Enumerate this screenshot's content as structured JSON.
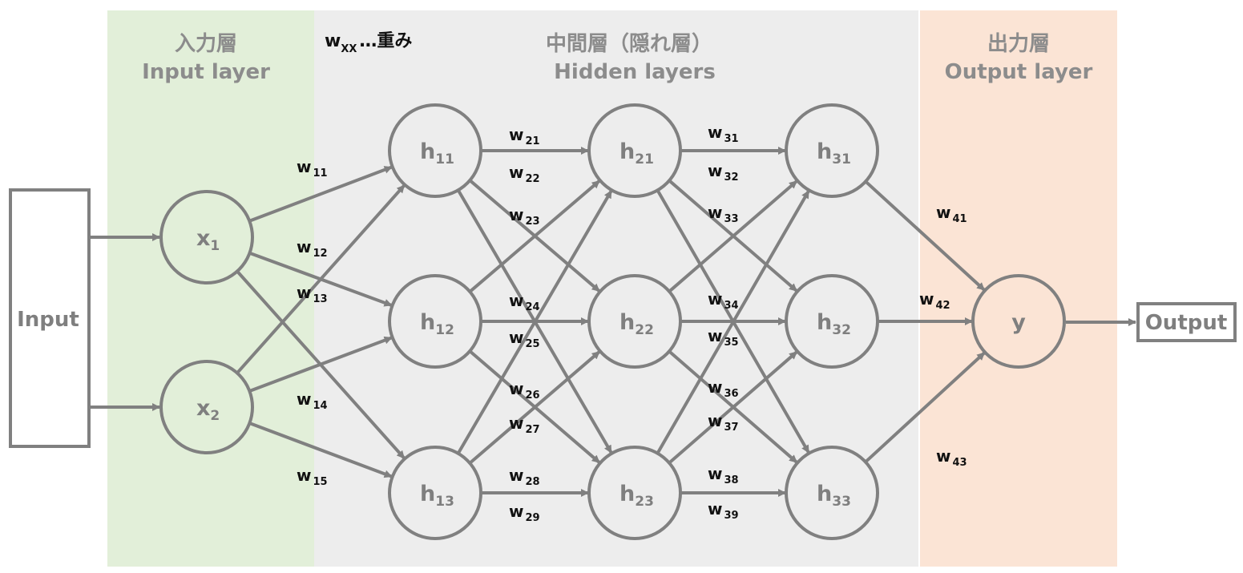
{
  "colors": {
    "input_band": "#e2efd9",
    "hidden_band": "#ededed",
    "output_band": "#fbe4d5",
    "stroke": "#808080"
  },
  "bands": {
    "input": {
      "title_jp": "入力層",
      "title_en": "Input layer"
    },
    "hidden": {
      "title_jp": "中間層（隠れ層）",
      "title_en": "Hidden layers"
    },
    "output": {
      "title_jp": "出力層",
      "title_en": "Output layer"
    }
  },
  "legend": {
    "symbol": "w",
    "symbol_sub": "XX",
    "text": "…重み"
  },
  "io": {
    "input_label": "Input",
    "output_label": "Output"
  },
  "nodes": [
    {
      "id": "x1",
      "base": "x",
      "sub": "1"
    },
    {
      "id": "x2",
      "base": "x",
      "sub": "2"
    },
    {
      "id": "h11",
      "base": "h",
      "sub": "11"
    },
    {
      "id": "h12",
      "base": "h",
      "sub": "12"
    },
    {
      "id": "h13",
      "base": "h",
      "sub": "13"
    },
    {
      "id": "h21",
      "base": "h",
      "sub": "21"
    },
    {
      "id": "h22",
      "base": "h",
      "sub": "22"
    },
    {
      "id": "h23",
      "base": "h",
      "sub": "23"
    },
    {
      "id": "h31",
      "base": "h",
      "sub": "31"
    },
    {
      "id": "h32",
      "base": "h",
      "sub": "32"
    },
    {
      "id": "h33",
      "base": "h",
      "sub": "33"
    },
    {
      "id": "y",
      "base": "y",
      "sub": ""
    }
  ],
  "edges": [
    {
      "from": "x1",
      "to": "h11",
      "w": "11"
    },
    {
      "from": "x1",
      "to": "h12",
      "w": "12"
    },
    {
      "from": "x1",
      "to": "h13",
      "w": "13"
    },
    {
      "from": "x2",
      "to": "h11",
      "w": "14"
    },
    {
      "from": "x2",
      "to": "h12",
      "w": "15"
    },
    {
      "from": "x2",
      "to": "h13",
      "w": ""
    },
    {
      "from": "h11",
      "to": "h21",
      "w": "21"
    },
    {
      "from": "h11",
      "to": "h22",
      "w": "22"
    },
    {
      "from": "h11",
      "to": "h23",
      "w": "23"
    },
    {
      "from": "h12",
      "to": "h21",
      "w": "24"
    },
    {
      "from": "h12",
      "to": "h22",
      "w": "25"
    },
    {
      "from": "h12",
      "to": "h23",
      "w": "26"
    },
    {
      "from": "h13",
      "to": "h21",
      "w": "27"
    },
    {
      "from": "h13",
      "to": "h22",
      "w": "28"
    },
    {
      "from": "h13",
      "to": "h23",
      "w": "29"
    },
    {
      "from": "h21",
      "to": "h31",
      "w": "31"
    },
    {
      "from": "h21",
      "to": "h32",
      "w": "32"
    },
    {
      "from": "h21",
      "to": "h33",
      "w": "33"
    },
    {
      "from": "h22",
      "to": "h31",
      "w": "34"
    },
    {
      "from": "h22",
      "to": "h32",
      "w": "35"
    },
    {
      "from": "h22",
      "to": "h33",
      "w": "36"
    },
    {
      "from": "h23",
      "to": "h31",
      "w": "37"
    },
    {
      "from": "h23",
      "to": "h32",
      "w": "38"
    },
    {
      "from": "h23",
      "to": "h33",
      "w": "39"
    },
    {
      "from": "h31",
      "to": "y",
      "w": "41"
    },
    {
      "from": "h32",
      "to": "y",
      "w": "42"
    },
    {
      "from": "h33",
      "to": "y",
      "w": "43"
    }
  ]
}
